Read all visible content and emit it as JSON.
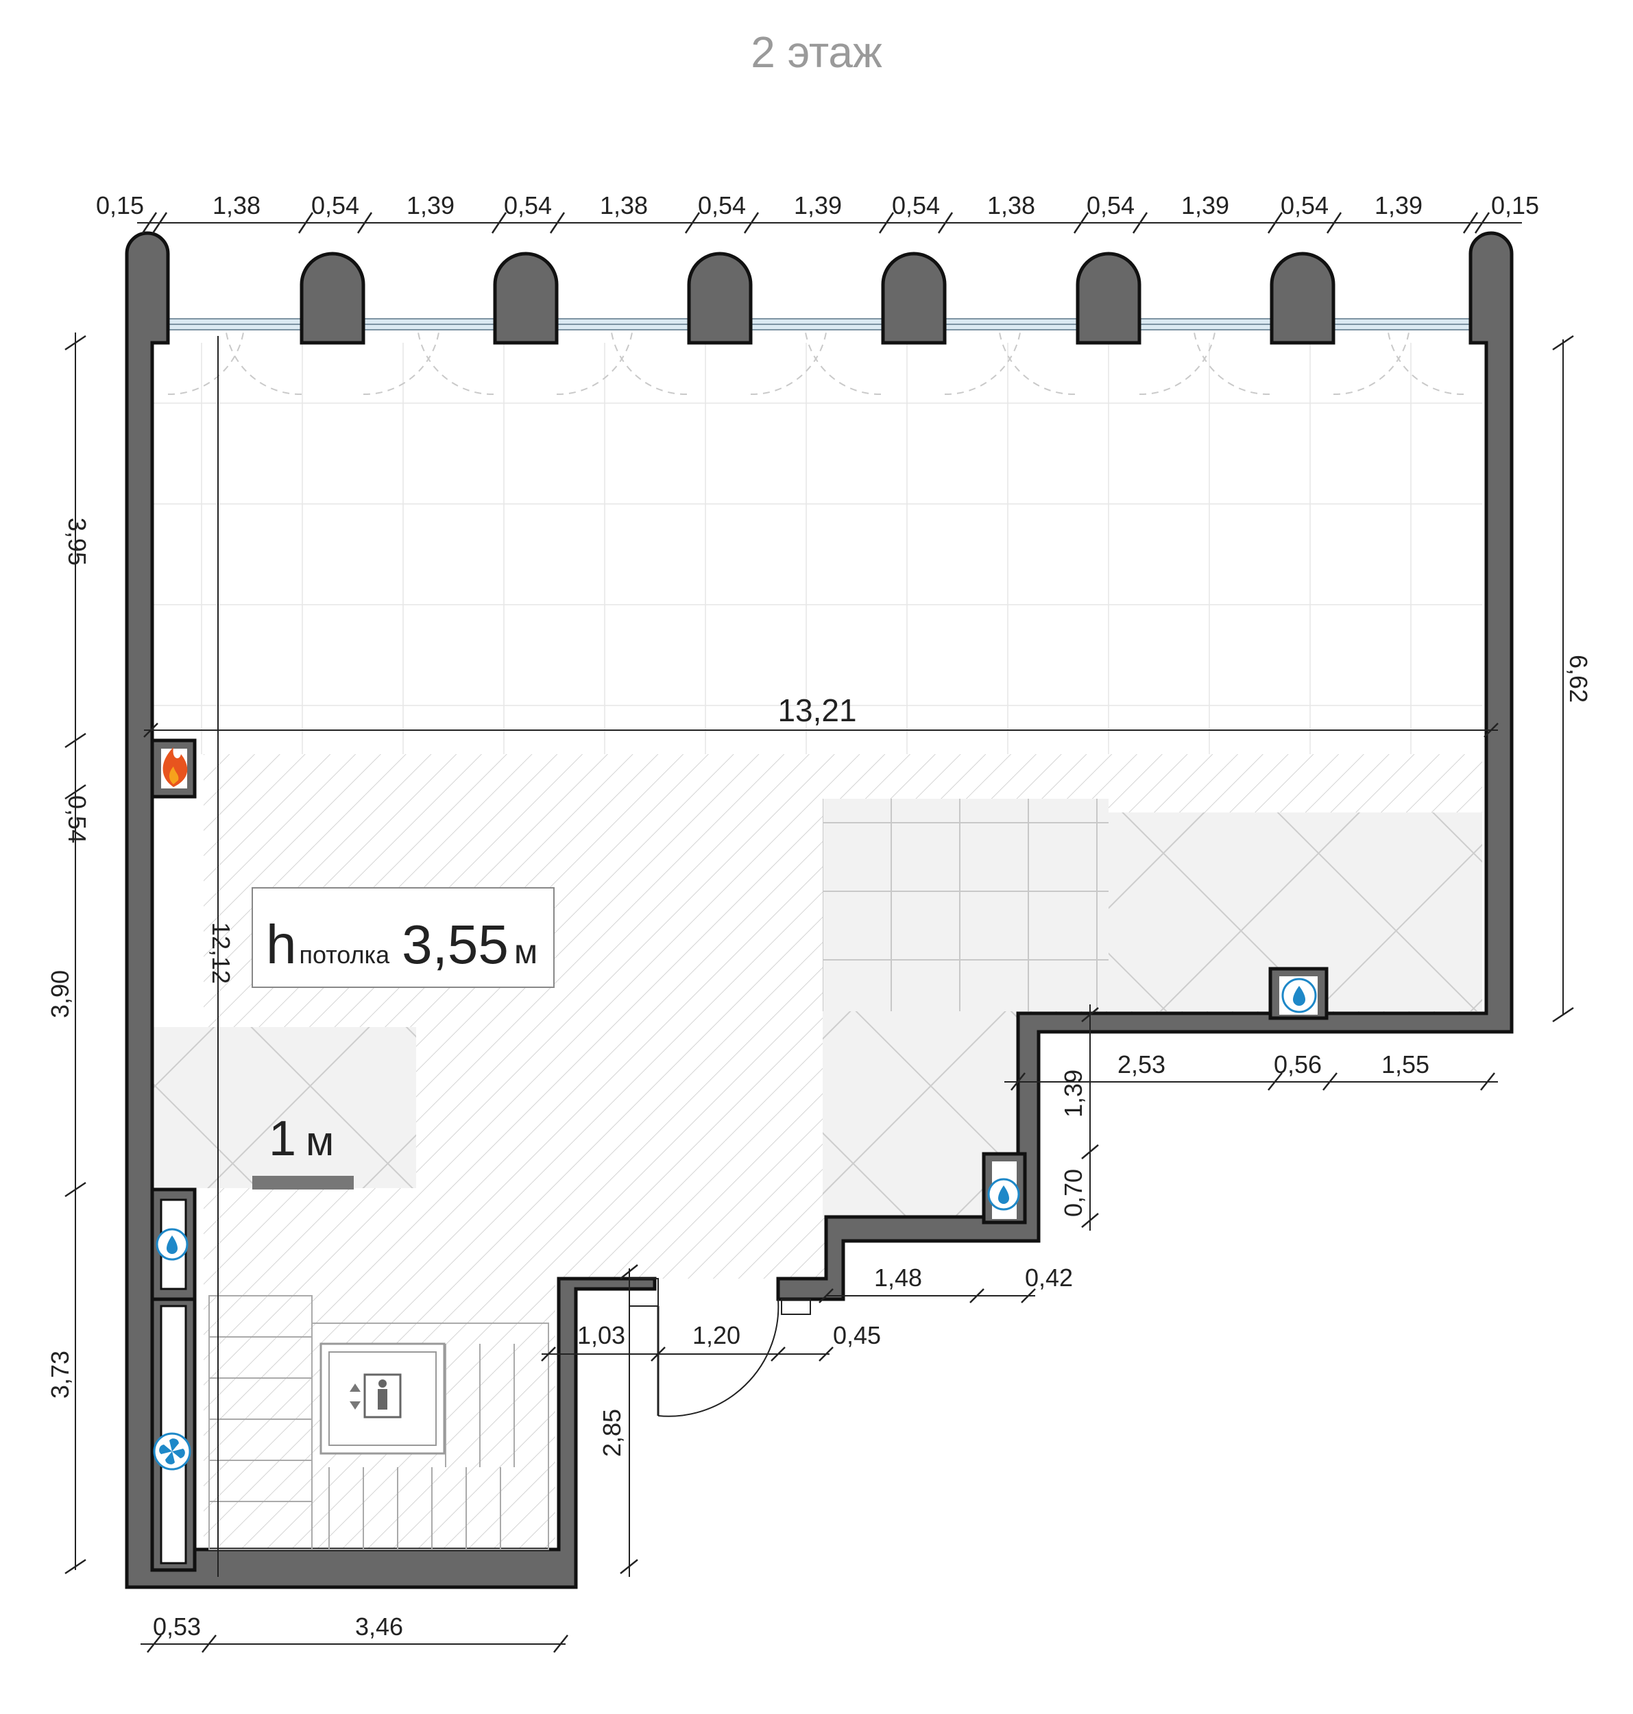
{
  "plan": {
    "title": "2 этаж",
    "top_dims": [
      "0,15",
      "1,38",
      "0,54",
      "1,39",
      "0,54",
      "1,38",
      "0,54",
      "1,39",
      "0,54",
      "1,38",
      "0,54",
      "1,39",
      "0,54",
      "1,39",
      "0,15"
    ],
    "left_dims": [
      "3,95",
      "0,54",
      "3,90",
      "3,73"
    ],
    "right_dim": "6,62",
    "width_dim": "13,21",
    "height_dim": "12,12",
    "ceiling": {
      "h": "h",
      "sub": "потолка",
      "value": "3,55",
      "unit": "м"
    },
    "scale": {
      "value": "1",
      "unit": "м"
    },
    "right_lower_dims": [
      "2,53",
      "0,56",
      "1,55"
    ],
    "step_dims": [
      "1,39",
      "0,70"
    ],
    "mid_dims": [
      "1,48",
      "0,42"
    ],
    "door_dims": [
      "1,03",
      "1,20",
      "0,45"
    ],
    "stair_depth_dim": "2,85",
    "bottom_dims": [
      "0,53",
      "3,46"
    ],
    "icons": [
      "fire-icon",
      "water-drop-icon",
      "fan-icon",
      "elevator-icon"
    ],
    "colors": {
      "wall": "#686868",
      "title": "#9a9a9a",
      "icon_blue": "#1e88c8",
      "icon_fire": "#e8541e"
    }
  }
}
